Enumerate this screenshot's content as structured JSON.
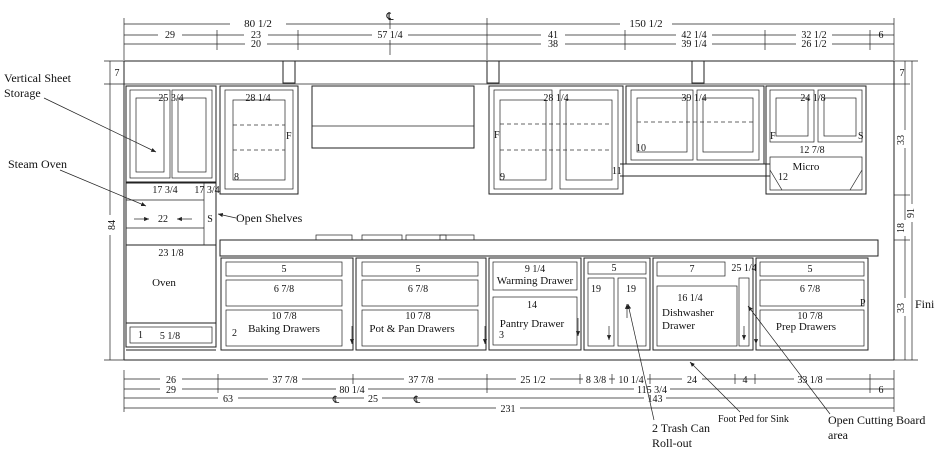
{
  "centerline_symbol": "℄",
  "dimensions": {
    "top_overall_left": "80 1/2",
    "top_overall_right": "150 1/2",
    "top_row2": [
      "29",
      "23",
      "57 1/4",
      "41",
      "42 1/4",
      "32 1/2",
      "6"
    ],
    "top_row3": [
      "20",
      "38",
      "39 1/4",
      "26 1/2"
    ],
    "left_7": "7",
    "left_84": "84",
    "right_7": "7",
    "right_33_upper": "33",
    "right_18": "18",
    "right_91": "91",
    "right_33_lower": "33",
    "bottom_row1": [
      "26",
      "37 7/8",
      "37 7/8",
      "25 1/2",
      "8 3/8",
      "10 1/4",
      "24",
      "4",
      "33 1/8"
    ],
    "bottom_row2": [
      "29",
      "80 1/4",
      "115 3/4",
      "6"
    ],
    "bottom_row3": [
      "63",
      "25",
      "143"
    ],
    "bottom_overall": "231"
  },
  "upper_cabinets": {
    "c1": "25 3/4",
    "c2": "28 1/4",
    "c3": "28 1/4",
    "c4": "39 1/4",
    "c5": "24 1/8",
    "micro_depth": "12 7/8",
    "micro": "Micro",
    "n10": "10",
    "n11": "11",
    "n12": "12",
    "n9": "9",
    "n8": "8",
    "f1": "F",
    "f2": "F",
    "f3": "F",
    "s1": "S"
  },
  "tall_unit": {
    "w1": "17 3/4",
    "w2": "17 3/4",
    "w22": "22",
    "s": "S",
    "w_oven": "23 1/8",
    "oven": "Oven",
    "base": "5 1/8",
    "n1": "1",
    "n2": "2"
  },
  "base_cabinets": {
    "b1": [
      "5",
      "6 7/8",
      "10 7/8"
    ],
    "b2": [
      "5",
      "6 7/8",
      "10 7/8"
    ],
    "warming_w": "9 1/4",
    "warming": "Warming Drawer",
    "pantry_w": "14",
    "pantry": "Pantry Drawer",
    "n3": "3",
    "trash_top": "5",
    "trash_l": "19",
    "trash_r": "19",
    "dw_top": "7",
    "dw_w": "16 1/4",
    "dw": "Dishwasher\nDrawer",
    "cut_w": "25 1/4",
    "b4": [
      "5",
      "6 7/8",
      "10 7/8"
    ],
    "p": "P",
    "baking": "Baking Drawers",
    "potpan": "Pot & Pan Drawers",
    "prep": "Prep Drawers"
  },
  "callouts": {
    "vertical_sheet": [
      "Vertical Sheet",
      "Storage"
    ],
    "steam_oven": "Steam Oven",
    "open_shelves": "Open Shelves",
    "trash": [
      "2 Trash Can",
      "Roll-out"
    ],
    "foot_ped": "Foot Ped for Sink",
    "cutting": [
      "Open Cutting Board",
      "area"
    ],
    "finish": "Fini"
  }
}
